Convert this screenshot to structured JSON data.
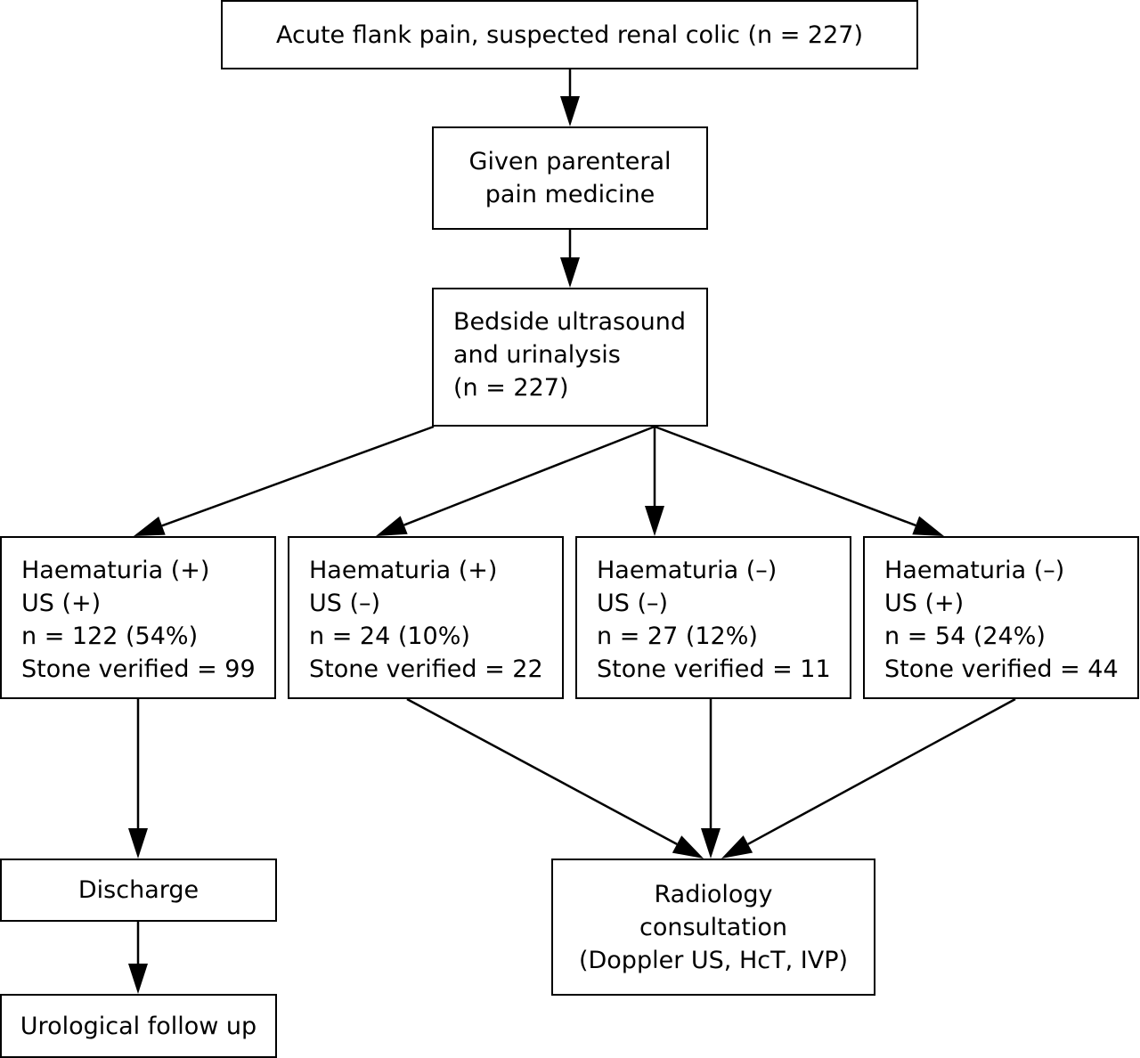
{
  "nodes": {
    "start": {
      "lines": [
        "Acute flank pain, suspected renal colic (n = 227)"
      ]
    },
    "pain_medicine": {
      "lines": [
        "Given parenteral",
        "pain medicine"
      ]
    },
    "bedside": {
      "lines": [
        "Bedside ultrasound",
        "and urinalysis",
        "(n = 227)"
      ]
    },
    "group1": {
      "lines": [
        "Haematuria (+)",
        "US (+)",
        "n = 122 (54%)",
        "Stone verified = 99"
      ]
    },
    "group2": {
      "lines": [
        "Haematuria (+)",
        "US (–)",
        "n = 24 (10%)",
        "Stone verified = 22"
      ]
    },
    "group3": {
      "lines": [
        "Haematuria (–)",
        "US (–)",
        "n = 27 (12%)",
        "Stone verified = 11"
      ]
    },
    "group4": {
      "lines": [
        "Haematuria (–)",
        "US (+)",
        "n = 54 (24%)",
        "Stone verified = 44"
      ]
    },
    "discharge": {
      "lines": [
        "Discharge"
      ]
    },
    "followup": {
      "lines": [
        "Urological follow up"
      ]
    },
    "radiology": {
      "lines": [
        "Radiology",
        "consultation",
        "(Doppler US, HcT, IVP)"
      ]
    }
  },
  "edges": [
    {
      "from": "start",
      "to": "pain_medicine"
    },
    {
      "from": "pain_medicine",
      "to": "bedside"
    },
    {
      "from": "bedside",
      "to": "group1"
    },
    {
      "from": "bedside",
      "to": "group2"
    },
    {
      "from": "bedside",
      "to": "group3"
    },
    {
      "from": "bedside",
      "to": "group4"
    },
    {
      "from": "group1",
      "to": "discharge"
    },
    {
      "from": "discharge",
      "to": "followup"
    },
    {
      "from": "group2",
      "to": "radiology"
    },
    {
      "from": "group3",
      "to": "radiology"
    },
    {
      "from": "group4",
      "to": "radiology"
    }
  ],
  "colors": {
    "stroke": "#000000",
    "background": "#ffffff"
  }
}
